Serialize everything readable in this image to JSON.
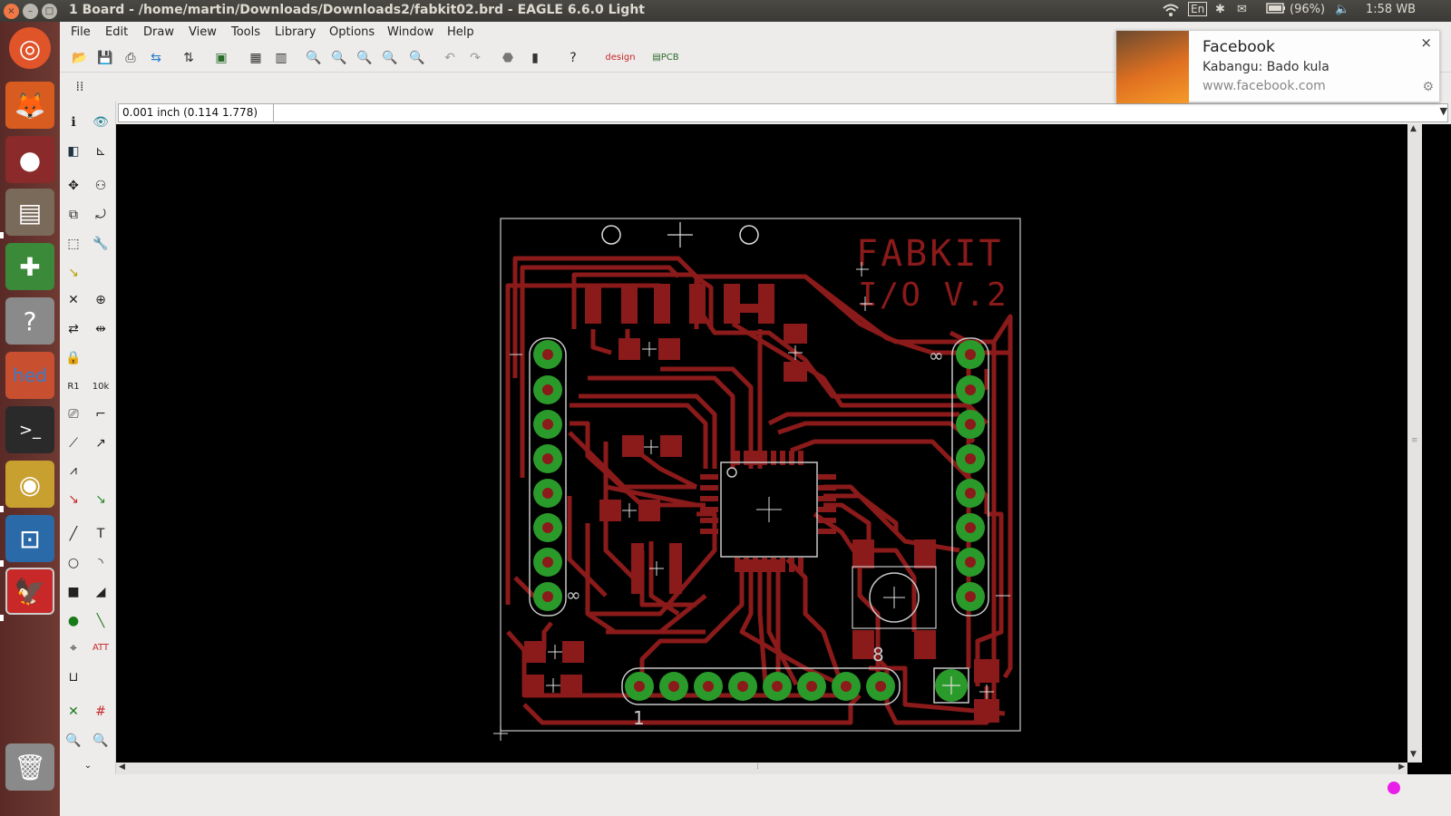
{
  "window": {
    "title": "1 Board - /home/martin/Downloads/Downloads2/fabkit02.brd - EAGLE 6.6.0 Light",
    "close": "×",
    "minimize": "–",
    "maximize": "□"
  },
  "indicators": {
    "keyboard": "En",
    "battery": "(96%)",
    "time": "1:58 WB"
  },
  "menu": {
    "file": "File",
    "edit": "Edit",
    "draw": "Draw",
    "view": "View",
    "tools": "Tools",
    "library": "Library",
    "options": "Options",
    "window": "Window",
    "help": "Help"
  },
  "coord": {
    "value": "0.001 inch (0.114 1.778)"
  },
  "command": {
    "value": ""
  },
  "board": {
    "title1": "FABKIT",
    "title2": "I/O V.2",
    "label_pin1": "1",
    "label_8": "8",
    "label_inf1": "∞",
    "label_inf2": "∞"
  },
  "notification": {
    "app": "Facebook",
    "body": "Kabangu: Bado kula",
    "url": "www.facebook.com",
    "close": "×",
    "gear": "⚙"
  },
  "colors": {
    "copper": "#8b1a1a",
    "pad": "#2a9a2a",
    "canvas": "#000000",
    "outline": "#c8c8c8"
  },
  "icons": {
    "launcher": [
      "ubuntu-icon",
      "firefox-icon",
      "app-icon",
      "files-icon",
      "download-icon",
      "help-icon",
      "hed-icon",
      "terminal-icon",
      "chrome-icon",
      "remote-icon",
      "eagle-icon",
      "trash-icon"
    ]
  }
}
